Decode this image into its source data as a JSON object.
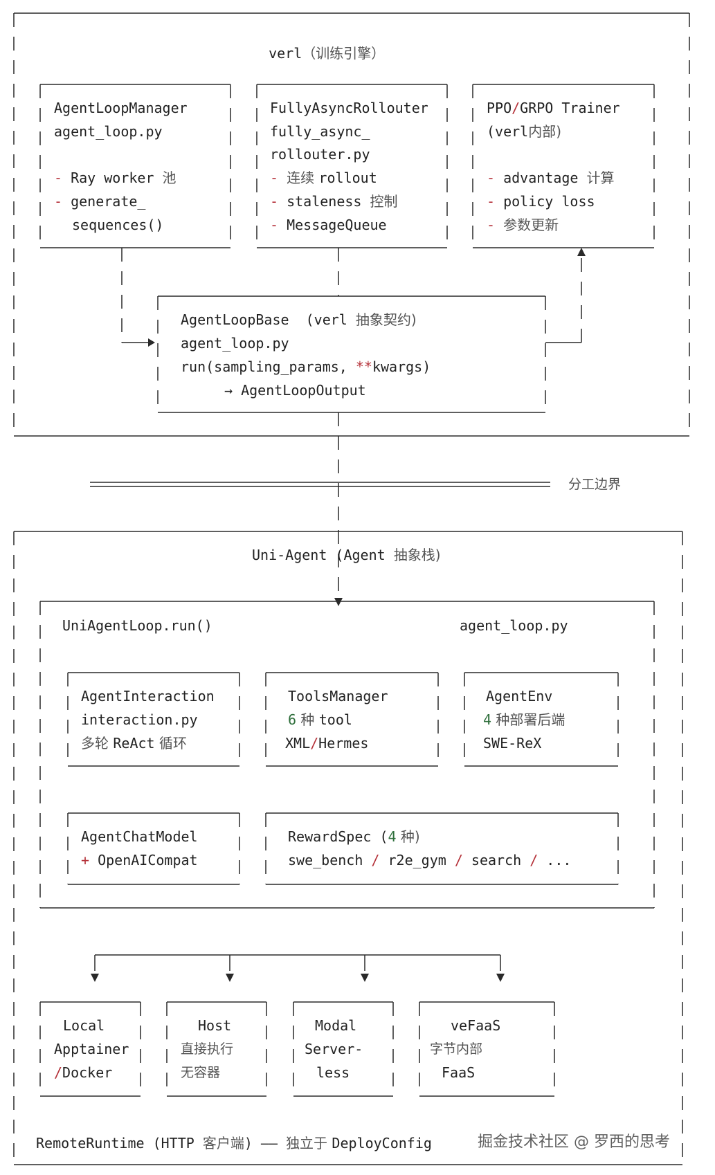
{
  "colors": {
    "line": "#2a2a2a",
    "text": "#222222",
    "muted": "#555555",
    "accent_red": "#b5323a",
    "accent_green": "#2f6f3c"
  },
  "verl": {
    "title_main": "verl",
    "title_cn": "（训练引擎）",
    "manager": {
      "l1": "AgentLoopManager",
      "l2": "agent_loop.py",
      "b1": "- ",
      "b1_text": "Ray worker ",
      "b1_cn": "池",
      "b2": "- ",
      "b2_text": "generate_",
      "b3_text": "sequences()"
    },
    "rollouter": {
      "l1": "FullyAsyncRollouter",
      "l2": "fully_async_",
      "l3": "rollouter.py",
      "b1": "- ",
      "b1_cn": "连续 ",
      "b1_text": "rollout",
      "b2": "- ",
      "b2_text": "staleness ",
      "b2_cn": "控制",
      "b3": "- ",
      "b3_text": "MessageQueue"
    },
    "trainer": {
      "l1": "PPO",
      "l1_slash": "/",
      "l1_rest": "GRPO Trainer",
      "l2": "(verl",
      "l2_cn": "内部)",
      "b1": "- ",
      "b1_text": "advantage ",
      "b1_cn": "计算",
      "b2": "- ",
      "b2_text": "policy loss",
      "b3": "- ",
      "b3_cn": "参数更新"
    },
    "base": {
      "l1": "AgentLoopBase",
      "l1_paren": "(verl ",
      "l1_cn": "抽象契约)",
      "l2": "agent_loop.py",
      "l3_a": "run(sampling_params, ",
      "l3_stars": "**",
      "l3_b": "kwargs)",
      "l4": "→ AgentLoopOutput"
    }
  },
  "boundary": "分工边界",
  "uni": {
    "title_main": "Uni-Agent",
    "title_paren": "(Agent ",
    "title_cn": "抽象栈)",
    "loop_run": "UniAgentLoop.run()",
    "loop_file": "agent_loop.py",
    "interaction": {
      "l1": "AgentInteraction",
      "l2": "interaction.py",
      "l3_cn1": "多轮 ",
      "l3_text": "ReAct",
      "l3_cn2": " 循环"
    },
    "tools": {
      "l1": "ToolsManager",
      "l2_num": "6",
      "l2_cn": " 种 ",
      "l2_text": "tool",
      "l3_a": "XML",
      "l3_slash": "/",
      "l3_b": "Hermes"
    },
    "env": {
      "l1": "AgentEnv",
      "l2_num": "4",
      "l2_cn": " 种部署后端",
      "l3": "SWE-ReX"
    },
    "chat": {
      "l1": "AgentChatModel",
      "l2_plus": "+",
      "l2_text": " OpenAICompat"
    },
    "reward": {
      "l1": "RewardSpec",
      "l1_open": " (",
      "l1_num": "4",
      "l1_cn": " 种)",
      "l2_a": "swe_bench ",
      "l2_s1": "/",
      "l2_b": " r2e_gym ",
      "l2_s2": "/",
      "l2_c": " search ",
      "l2_s3": "/",
      "l2_d": " ..."
    }
  },
  "runtimes": {
    "local": {
      "l1": "Local",
      "l2": "Apptainer",
      "l3_slash": "/",
      "l3": "Docker"
    },
    "host": {
      "l1": "Host",
      "l2_cn": "直接执行",
      "l3_cn": "无容器"
    },
    "modal": {
      "l1": "Modal",
      "l2": "Server-",
      "l3": "less"
    },
    "vefaas": {
      "l1": "veFaaS",
      "l2_cn": "字节内部",
      "l3": "FaaS"
    }
  },
  "footer": {
    "a": "RemoteRuntime",
    "b": " (HTTP ",
    "c_cn": "客户端",
    "d": ") —— ",
    "e_cn": "独立于 ",
    "f": "DeployConfig"
  },
  "watermark": "掘金技术社区 @ 罗西的思考"
}
